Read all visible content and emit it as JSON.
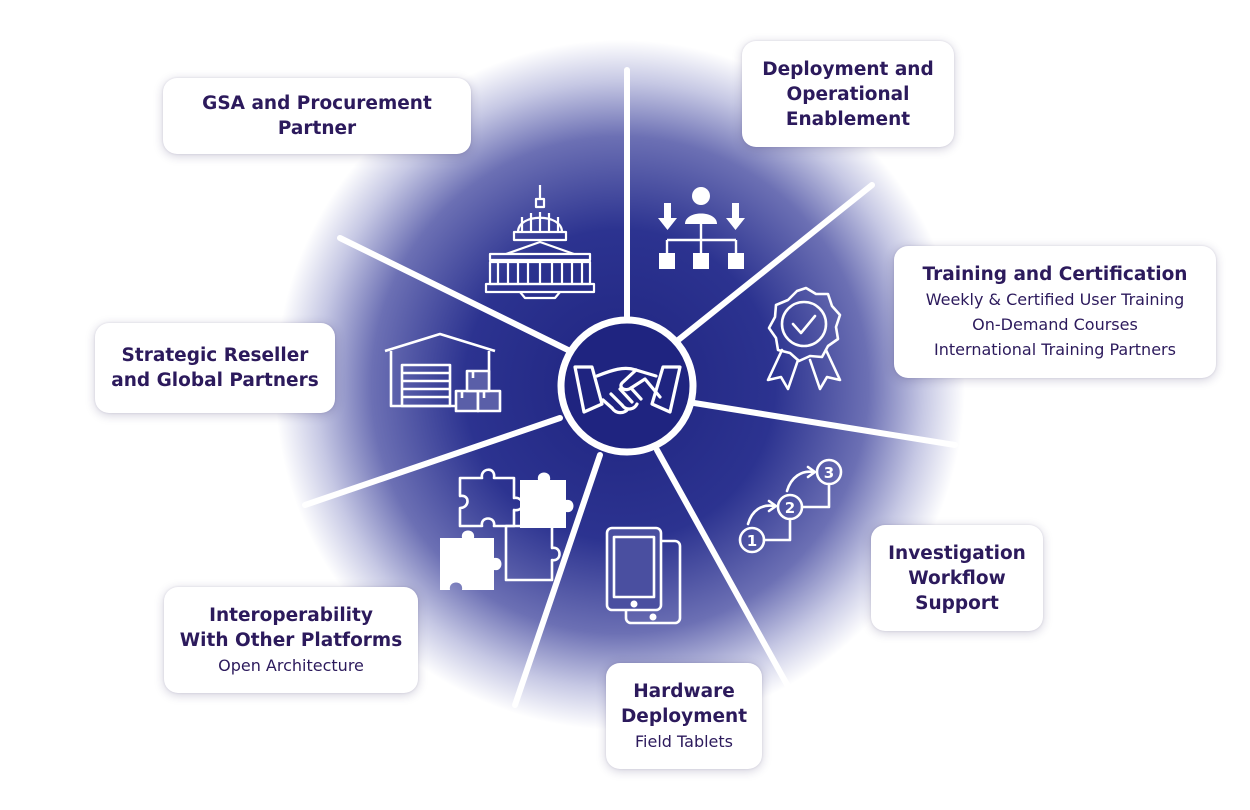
{
  "colors": {
    "text": "#2c1a5c",
    "wheel_center": "#1f2480",
    "wheel_edge": "#ffffff",
    "icon_stroke": "#ffffff"
  },
  "hub": {
    "icon": "handshake-icon"
  },
  "segments": [
    {
      "key": "gsa",
      "title": "GSA and Procurement\nPartner",
      "lines": [],
      "icon": "capitol-building-icon"
    },
    {
      "key": "deployment",
      "title": "Deployment and\nOperational\nEnablement",
      "lines": [],
      "icon": "org-hierarchy-icon"
    },
    {
      "key": "training",
      "title": "Training and Certification",
      "lines": [
        "Weekly & Certified User Training",
        "On-Demand Courses",
        "International Training Partners"
      ],
      "icon": "certified-badge-icon"
    },
    {
      "key": "investigation",
      "title": "Investigation\nWorkflow\nSupport",
      "lines": [],
      "icon": "numbered-steps-icon"
    },
    {
      "key": "hardware",
      "title": "Hardware\nDeployment",
      "lines": [
        "Field Tablets"
      ],
      "icon": "tablets-icon"
    },
    {
      "key": "interop",
      "title": "Interoperability\nWith Other Platforms",
      "lines": [
        "Open Architecture"
      ],
      "icon": "puzzle-pieces-icon"
    },
    {
      "key": "reseller",
      "title": "Strategic Reseller\nand Global Partners",
      "lines": [],
      "icon": "warehouse-icon"
    }
  ]
}
